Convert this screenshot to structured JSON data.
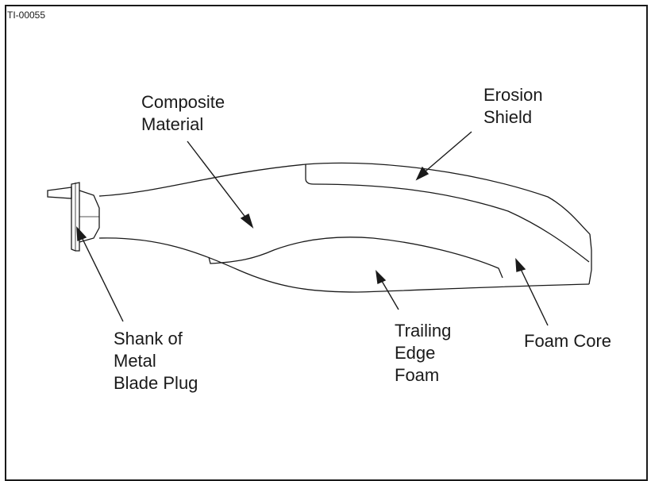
{
  "figure_id": "TI-00055",
  "labels": {
    "composite_material": [
      "Composite",
      "Material"
    ],
    "erosion_shield": [
      "Erosion",
      "Shield"
    ],
    "shank": [
      "Shank of",
      "Metal",
      "Blade Plug"
    ],
    "trailing_edge_foam": [
      "Trailing",
      "Edge",
      "Foam"
    ],
    "foam_core": [
      "Foam Core"
    ]
  },
  "colors": {
    "line": "#1a1a1a",
    "background": "#ffffff"
  }
}
